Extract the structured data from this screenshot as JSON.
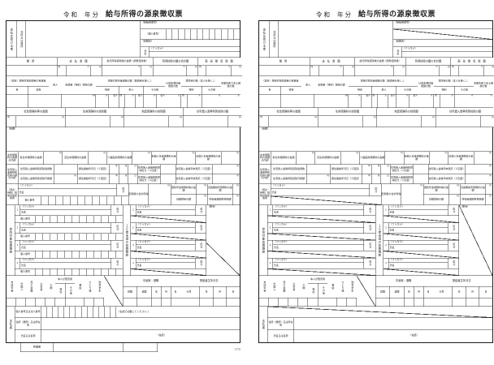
{
  "form": {
    "title": {
      "era": "令和",
      "nen": "年分",
      "main": "給与所得の源泉徴収票"
    },
    "payee": {
      "label": "支払を受ける者",
      "address_label": "住所又は居所",
      "recipient_no": "（受給者番号）",
      "my_number": "（個人番号）",
      "role": "（役職名）",
      "name_label": "氏名",
      "furigana": "（フリガナ）"
    },
    "summary": {
      "type": "種別",
      "payment": "支払金額",
      "after_deduction": "給与所得控除後の金額（調整控除後）",
      "total_deductions": "所得控除の額の合計額",
      "withheld_tax": "源泉徴収税額"
    },
    "units": {
      "uchi": "内",
      "sen": "千",
      "yen": "円",
      "nin": "人",
      "junin": "従人"
    },
    "dependents_header": {
      "spouse_presence": "（源泉）控除対象配偶者の有無等",
      "yes": "有",
      "juyes": "従有",
      "elderly": "老人",
      "spouse_deduction": "配偶者（特別）控除の額",
      "dependents_count": "控除対象扶養親族の数（配偶者を除く。）",
      "specified": "特定",
      "other": "その他",
      "under16": "16歳未満扶養親族の数",
      "disabled": "障害者の数（本人を除く。）",
      "special": "特別",
      "nonresident": "非居住者である親族の数"
    },
    "insurance": {
      "social": "社会保険料等の金額",
      "life": "生命保険料の控除額",
      "earthquake": "地震保険料の控除額",
      "housing": "住宅借入金等特別控除の額"
    },
    "remarks_label": "（摘要）",
    "life_detail": {
      "label": "生命保険料の金額の内訳",
      "items": [
        "新生命保険料の金額",
        "旧生命保険料の金額",
        "介護医療保険料の金額",
        "新個人年金保険料の金額",
        "旧個人年金保険料の金額"
      ]
    },
    "housing_detail": {
      "label": "住宅借入金等特別控除の額の内訳",
      "count": "住宅借入金等特別控除適用数",
      "possible": "住宅借入金等特別控除可能額",
      "start1": "居住開始年月日（１回目）",
      "start2": "居住開始年月日（２回目）",
      "kubun1": "住宅借入金等特別控除区分（１回目）",
      "kubun2": "住宅借入金等特別控除区分（２回目）",
      "balance1": "住宅借入金等年末残高（１回目）",
      "balance2": "住宅借入金等年末残高（２回目）",
      "year": "年",
      "month": "月",
      "day": "日"
    },
    "spouse": {
      "label": "（源泉・特別）控除対象配偶者",
      "furigana": "（フリガナ）",
      "name": "氏名",
      "kubun": "区分",
      "my_number": "個人番号",
      "total_income": "配偶者の合計所得",
      "pension": "国民年金保険料等の金額",
      "old_longterm": "旧長期損害保険料の金額",
      "basic_deduction": "基礎控除の額",
      "income_adjust": "所得金額調整控除額"
    },
    "dependents": {
      "label": "控除対象扶養親族",
      "under16_label": "１６歳未満の扶養親族",
      "rows": [
        "1",
        "2",
        "3",
        "4"
      ],
      "furigana": "（フリガナ）",
      "name": "氏名",
      "kubun": "区分",
      "my_number": "個人番号",
      "remarks": "（備考）"
    },
    "flags": {
      "minor": "未成年者",
      "foreigner": "外国人",
      "died": "死亡退職",
      "disaster": "災害者",
      "otsu": "乙欄",
      "self_disabled": "本人が障害者",
      "special": "特別",
      "other": "その他",
      "widow": "寡婦",
      "single_parent": "ひとり親",
      "student": "勤労学生",
      "midyear": "中途就・退職",
      "hire": "就職",
      "leave": "退職",
      "birth": "受給者生年月日",
      "gengo": "元号",
      "year": "年",
      "month": "月",
      "day": "日"
    },
    "payer": {
      "label": "支払者",
      "number": "個人番号又は法人番号",
      "note": "（右詰で記載してください。）",
      "address": "住所（居所）又は所在地",
      "name": "氏名又は名称",
      "tel": "（電話）"
    },
    "footer": {
      "seiri": "整理欄",
      "code": "375"
    }
  }
}
